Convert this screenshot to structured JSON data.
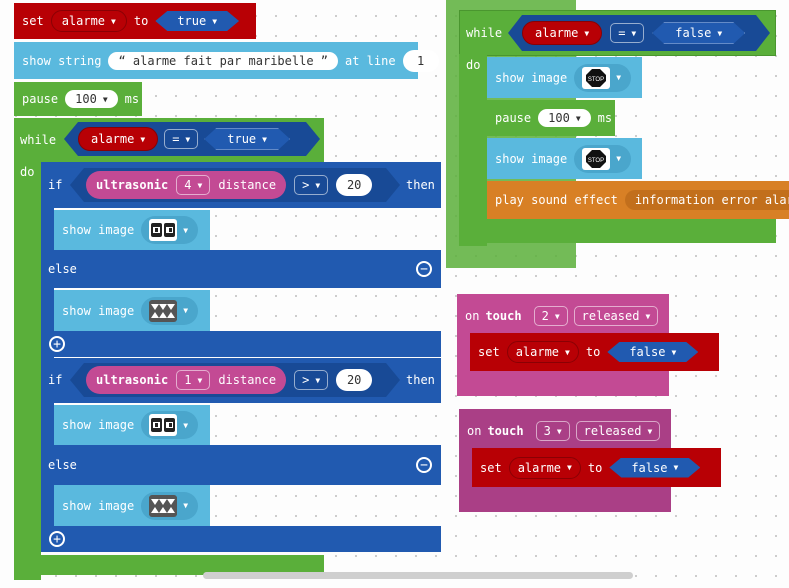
{
  "kw": {
    "set": "set",
    "to": "to",
    "while": "while",
    "do": "do",
    "if": "if",
    "then": "then",
    "else": "else",
    "show_string": "show string",
    "at_line": "at line",
    "pause": "pause",
    "ms": "ms",
    "show_image": "show image",
    "distance": "distance",
    "play_sound_effect": "play sound effect",
    "on": "on",
    "touch": "touch",
    "eq": "=",
    "gt": ">"
  },
  "vars": {
    "alarme": "alarme"
  },
  "vals": {
    "true": "true",
    "false": "false",
    "released": "released"
  },
  "show_string": {
    "text": "“ alarme fait par maribelle ”",
    "line": "1"
  },
  "pause_ms": "100",
  "if1": {
    "sensor": "ultrasonic",
    "port": "4",
    "threshold": "20"
  },
  "if2": {
    "sensor": "ultrasonic",
    "port": "1",
    "threshold": "20"
  },
  "sound": {
    "effect": "information error alarm"
  },
  "touch1": {
    "pin": "2"
  },
  "touch2": {
    "pin": "3"
  },
  "icons": {
    "stop": "STOP"
  },
  "colors": {
    "variables": "#b80005",
    "loops": "#5aaf3a",
    "display": "#5ab9de",
    "logic": "#215ab0",
    "sound": "#d88025",
    "events": "#c34a94"
  }
}
